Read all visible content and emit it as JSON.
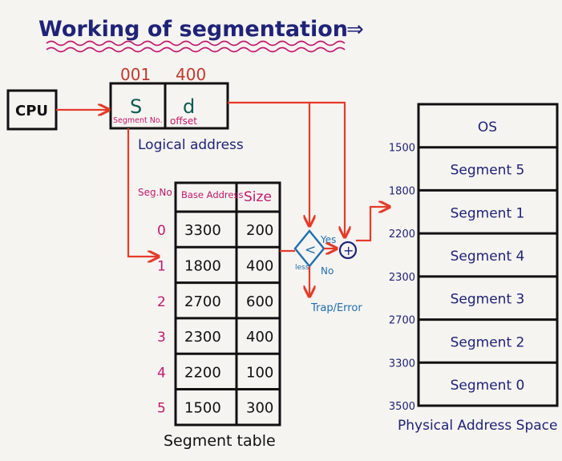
{
  "title": "Working of segmentation",
  "title_arrow": "⇒",
  "cpu": {
    "label": "CPU"
  },
  "logical_address": {
    "s_value": "001",
    "d_value": "400",
    "s_letter": "S",
    "d_letter": "d",
    "s_caption": "Segment No.",
    "d_caption": "offset",
    "label": "Logical address"
  },
  "segment_table": {
    "seg_no_header": "Seg.No",
    "base_header": "Base Address",
    "size_header": "Size",
    "rows": [
      {
        "seg": "0",
        "base": "3300",
        "size": "200"
      },
      {
        "seg": "1",
        "base": "1800",
        "size": "400"
      },
      {
        "seg": "2",
        "base": "2700",
        "size": "600"
      },
      {
        "seg": "3",
        "base": "2300",
        "size": "400"
      },
      {
        "seg": "4",
        "base": "2200",
        "size": "100"
      },
      {
        "seg": "5",
        "base": "1500",
        "size": "300"
      }
    ],
    "label": "Segment table"
  },
  "comparator": {
    "symbol": "<",
    "yes": "Yes",
    "no": "No",
    "less": "less",
    "adder": "+",
    "trap": "Trap/Error"
  },
  "physical_memory": {
    "blocks": [
      "OS",
      "Segment 5",
      "Segment 1",
      "Segment 4",
      "Segment 3",
      "Segment 2",
      "Segment 0"
    ],
    "addresses": [
      "1500",
      "1800",
      "2200",
      "2300",
      "2700",
      "3300",
      "3500"
    ],
    "label": "Physical Address Space"
  },
  "colors": {
    "navy": "#1f2378",
    "magenta": "#c2186b",
    "red": "#c0392b",
    "arrow": "#e53b2a",
    "blue": "#1f6fb0",
    "teal": "#0d5b52"
  }
}
